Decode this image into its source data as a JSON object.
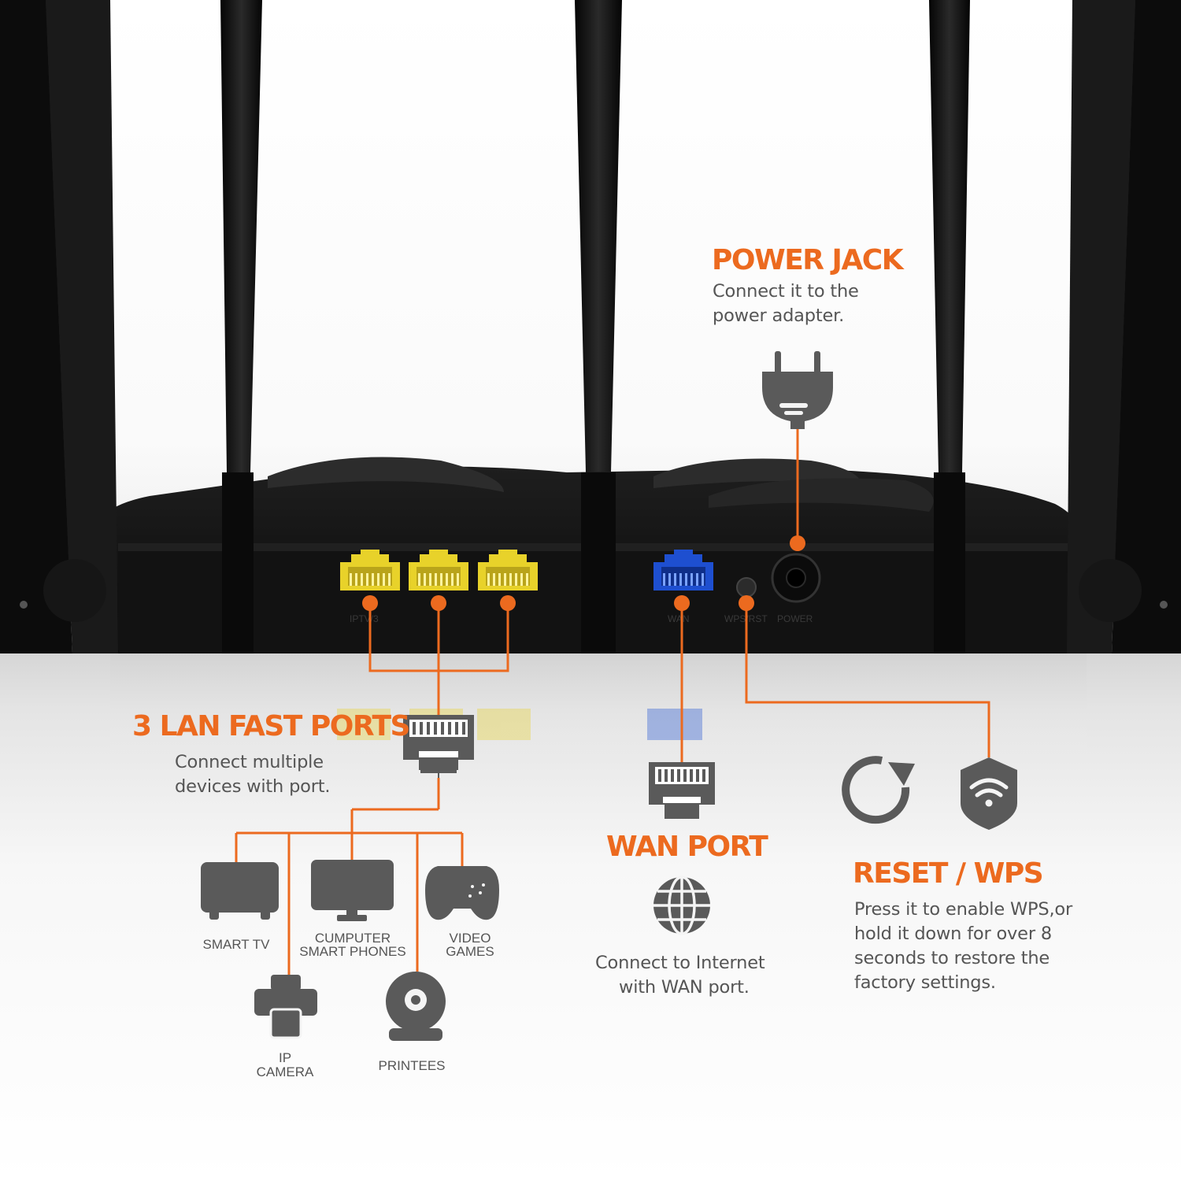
{
  "colors": {
    "accent": "#EC6A1F",
    "icon": "#5a5a5a",
    "router": "#111111",
    "lan_port": "#E8D22A",
    "wan_port": "#1E4FD0"
  },
  "router": {
    "port_labels": {
      "lan": "IPTV/3",
      "wan": "WAN",
      "wps": "WPS/RST",
      "power": "POWER"
    }
  },
  "callouts": {
    "power": {
      "title": "POWER JACK",
      "desc": [
        "Connect it to the",
        "power adapter."
      ],
      "icon": "power-plug-icon"
    },
    "lan": {
      "title": "3 LAN FAST PORTS",
      "desc": [
        "Connect multiple",
        "devices with port."
      ],
      "icon": "ethernet-connector-icon"
    },
    "wan": {
      "title": "WAN PORT",
      "desc": [
        "Connect to Internet",
        "with WAN port."
      ],
      "icon": "globe-icon"
    },
    "reset": {
      "title": "RESET / WPS",
      "desc": [
        "Press it to enable WPS,or",
        "hold it down for over 8",
        "seconds to restore the",
        "factory settings."
      ],
      "icons": [
        "refresh-icon",
        "wifi-shield-icon"
      ]
    }
  },
  "devices": [
    {
      "icon": "tv-icon",
      "label": [
        "SMART TV"
      ]
    },
    {
      "icon": "monitor-icon",
      "label": [
        "CUMPUTER",
        "SMART PHONES"
      ]
    },
    {
      "icon": "gamepad-icon",
      "label": [
        "VIDEO",
        "GAMES"
      ]
    },
    {
      "icon": "printer-icon",
      "label": [
        "IP",
        "CAMERA"
      ]
    },
    {
      "icon": "webcam-icon",
      "label": [
        "PRINTEES"
      ]
    }
  ]
}
